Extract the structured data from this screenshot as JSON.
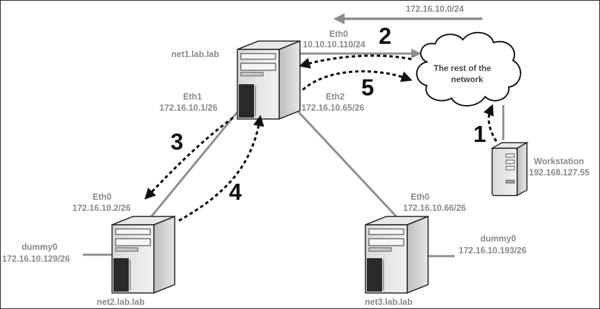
{
  "top_subnet": "172.16.10.0/24",
  "net1": {
    "name": "net1.lab.lab",
    "eth0_label": "Eth0",
    "eth0_ip": "10.10.10.110/24",
    "eth1_label": "Eth1",
    "eth1_ip": "172.16.10.1/26",
    "eth2_label": "Eth2",
    "eth2_ip": "172.16.10.65/26"
  },
  "net2": {
    "name": "net2.lab.lab",
    "eth0_label": "Eth0",
    "eth0_ip": "172.16.10.2/26",
    "dummy_label": "dummy0",
    "dummy_ip": "172.16.10.129/26"
  },
  "net3": {
    "name": "net3.lab.lab",
    "eth0_label": "Eth0",
    "eth0_ip": "172.16.10.66/26",
    "dummy_label": "dummy0",
    "dummy_ip": "172.16.10.193/26"
  },
  "cloud": {
    "line1": "The rest of the",
    "line2": "network"
  },
  "workstation": {
    "label": "Workstation",
    "ip": "192.168.127.55"
  },
  "steps": [
    "1",
    "2",
    "3",
    "4",
    "5"
  ]
}
